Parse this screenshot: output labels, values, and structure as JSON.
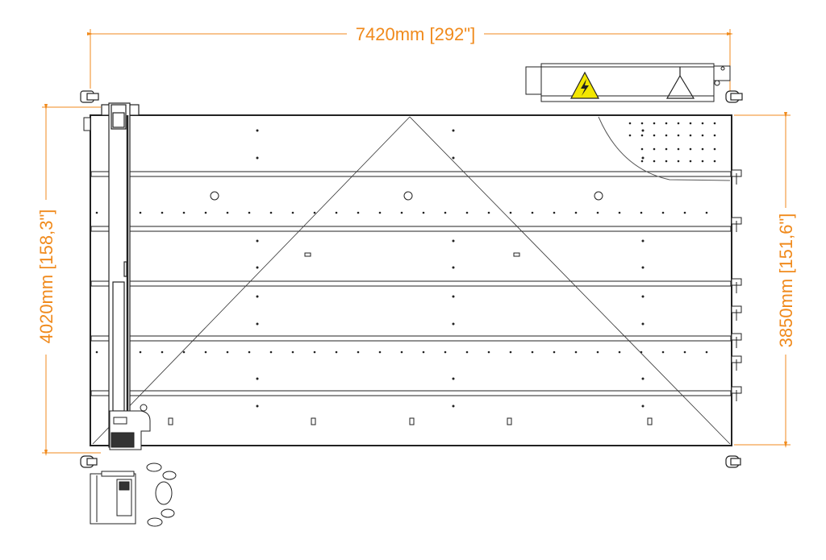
{
  "dimensions": {
    "overall_width": "7420mm [292\"]",
    "overall_depth": "4020mm [158,3\"]",
    "table_depth": "3850mm [151,6\"]"
  },
  "colors": {
    "dimension": "#f08a1c",
    "line": "#222222",
    "warning_yellow": "#f2e600"
  },
  "icons": [
    "high-voltage-warning-icon",
    "laser-hazard-triangle-icon"
  ]
}
